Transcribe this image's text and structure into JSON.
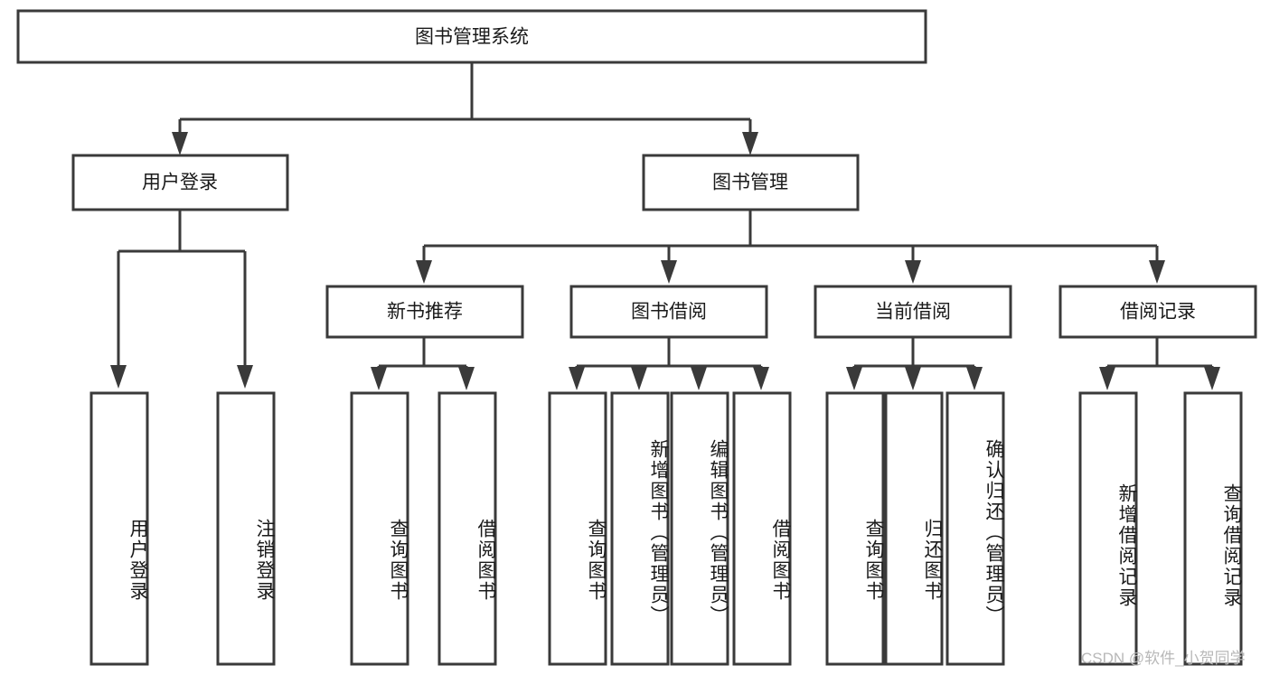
{
  "diagram": {
    "title": "图书管理系统",
    "type": "tree-hierarchy",
    "root": {
      "id": "root",
      "label": "图书管理系统",
      "orientation": "horizontal"
    },
    "level1": [
      {
        "id": "user-login",
        "label": "用户登录",
        "orientation": "horizontal"
      },
      {
        "id": "book-manage",
        "label": "图书管理",
        "orientation": "horizontal"
      }
    ],
    "level2": [
      {
        "id": "new-book-recommend",
        "label": "新书推荐",
        "parent": "book-manage",
        "orientation": "horizontal"
      },
      {
        "id": "book-borrow",
        "label": "图书借阅",
        "parent": "book-manage",
        "orientation": "horizontal"
      },
      {
        "id": "current-borrow",
        "label": "当前借阅",
        "parent": "book-manage",
        "orientation": "horizontal"
      },
      {
        "id": "borrow-record",
        "label": "借阅记录",
        "parent": "book-manage",
        "orientation": "horizontal"
      }
    ],
    "leaves": [
      {
        "id": "leaf-user-login",
        "label": "用户登录",
        "parent": "user-login",
        "orientation": "vertical"
      },
      {
        "id": "leaf-user-logout",
        "label": "注销登录",
        "parent": "user-login",
        "orientation": "vertical"
      },
      {
        "id": "leaf-query-book-1",
        "label": "查询图书",
        "parent": "new-book-recommend",
        "orientation": "vertical"
      },
      {
        "id": "leaf-borrow-book-1",
        "label": "借阅图书",
        "parent": "new-book-recommend",
        "orientation": "vertical"
      },
      {
        "id": "leaf-query-book-2",
        "label": "查询图书",
        "parent": "book-borrow",
        "orientation": "vertical"
      },
      {
        "id": "leaf-add-book",
        "label": "新增图书（管理员）",
        "parent": "book-borrow",
        "orientation": "vertical"
      },
      {
        "id": "leaf-edit-book",
        "label": "编辑图书（管理员）",
        "parent": "book-borrow",
        "orientation": "vertical"
      },
      {
        "id": "leaf-borrow-book-2",
        "label": "借阅图书",
        "parent": "book-borrow",
        "orientation": "vertical"
      },
      {
        "id": "leaf-query-book-3",
        "label": "查询图书",
        "parent": "current-borrow",
        "orientation": "vertical"
      },
      {
        "id": "leaf-return-book",
        "label": "归还图书",
        "parent": "current-borrow",
        "orientation": "vertical"
      },
      {
        "id": "leaf-confirm-return",
        "label": "确认归还（管理员）",
        "parent": "current-borrow",
        "orientation": "vertical"
      },
      {
        "id": "leaf-add-record",
        "label": "新增借阅记录",
        "parent": "borrow-record",
        "orientation": "vertical"
      },
      {
        "id": "leaf-query-record",
        "label": "查询借阅记录",
        "parent": "borrow-record",
        "orientation": "vertical"
      }
    ],
    "colors": {
      "stroke": "#3a3a3a",
      "fill": "#ffffff",
      "text": "#1a1a1a",
      "watermark": "#b8b8b8",
      "background": "#ffffff"
    }
  },
  "watermark": {
    "text": "CSDN @软件_小贺同学"
  }
}
